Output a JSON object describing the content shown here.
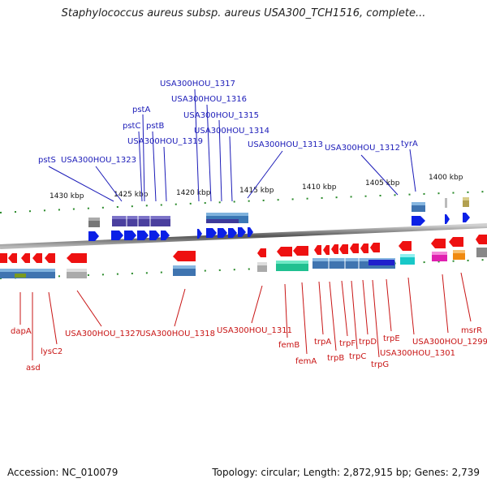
{
  "title": "Staphylococcus aureus subsp. aureus USA300_TCH1516, complete...",
  "footer": {
    "accession": "Accession: NC_010079",
    "summary": "Topology: circular; Length: 2,872,915 bp; Genes: 2,739"
  },
  "ruler": [
    "1430 kbp",
    "1425 kbp",
    "1420 kbp",
    "1415 kbp",
    "1410 kbp",
    "1405 kbp",
    "1400 kbp"
  ],
  "top_labels": [
    "pstS",
    "USA300HOU_1323",
    "pstC",
    "pstA",
    "pstB",
    "USA300HOU_1319",
    "USA300HOU_1317",
    "USA300HOU_1316",
    "USA300HOU_1315",
    "USA300HOU_1314",
    "USA300HOU_1313",
    "USA300HOU_1312",
    "tyrA"
  ],
  "bottom_labels": [
    "dapA",
    "asd",
    "lysC2",
    "USA300HOU_1327",
    "USA300HOU_1318",
    "USA300HOU_1311",
    "femB",
    "femA",
    "trpA",
    "trpB",
    "trpF",
    "trpC",
    "trpD",
    "trpG",
    "trpE",
    "USA300HOU_1301",
    "USA300HOU_1299",
    "msrR"
  ],
  "colors": {
    "forward": "#0b20e6",
    "reverse": "#ee1111",
    "top_label": "#1b1bb8",
    "bottom_label": "#c81414",
    "tick": "#2a8a2a"
  }
}
